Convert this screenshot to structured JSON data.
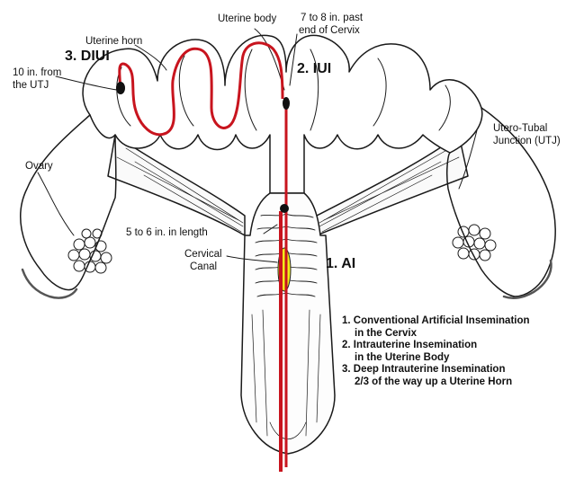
{
  "labels": {
    "uterine_body": "Uterine body",
    "past_cervix_line1": "7 to 8 in. past",
    "past_cervix_line2": "end of Cervix",
    "uterine_horn": "Uterine horn",
    "diui": "3. DIUI",
    "utj_dist_line1": "10 in. from",
    "utj_dist_line2": "the UTJ",
    "iui": "2. IUI",
    "utj_line1": "Utero-Tubal",
    "utj_line2": "Junction (UTJ)",
    "ovary": "Ovary",
    "length": "5 to 6 in. in length",
    "cervical_line1": "Cervical",
    "cervical_line2": "Canal",
    "ai": "1. AI"
  },
  "legend": [
    {
      "line1": "1. Conventional Artificial Insemination",
      "line2": "in the Cervix"
    },
    {
      "line1": "2. Intrauterine Insemination",
      "line2": "in the Uterine Body"
    },
    {
      "line1": "3. Deep Intrauterine Insemination",
      "line2": "2/3 of the way up a Uterine Horn"
    }
  ],
  "colors": {
    "catheter": "#c8141e",
    "canal": "#f2ec1a",
    "outline": "#1a1a1a",
    "background": "#ffffff"
  }
}
